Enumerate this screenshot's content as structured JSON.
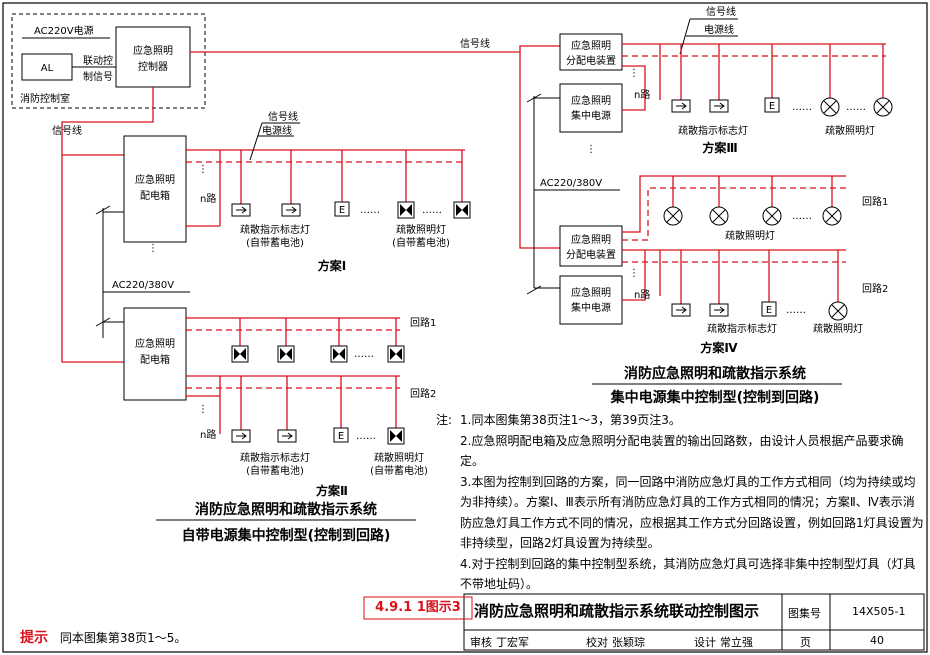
{
  "control_room": {
    "power_label": "AC220V电源",
    "al_label": "AL",
    "linkage_label_1": "联动控",
    "linkage_label_2": "制信号",
    "room_label": "消防控制室",
    "controller_line1": "应急照明",
    "controller_line2": "控制器"
  },
  "common": {
    "signal_line": "信号线",
    "power_line": "电源线",
    "n_loops": "n路",
    "ac_voltage": "AC220/380V",
    "dots": "……"
  },
  "scheme1": {
    "box_line1": "应急照明",
    "box_line2": "配电箱",
    "sign_label": "疏散指示标志灯",
    "sign_sub": "(自带蓄电池)",
    "light_label": "疏散照明灯",
    "light_sub": "(自带蓄电池)",
    "title": "方案Ⅰ"
  },
  "scheme2": {
    "box_line1": "应急照明",
    "box_line2": "配电箱",
    "loop1": "回路1",
    "loop2": "回路2",
    "sign_label": "疏散指示标志灯",
    "sign_sub": "(自带蓄电池)",
    "light_label": "疏散照明灯",
    "light_sub": "(自带蓄电池)",
    "title": "方案Ⅱ"
  },
  "scheme3": {
    "dist_line1": "应急照明",
    "dist_line2": "分配电装置",
    "power_line1": "应急照明",
    "power_line2": "集中电源",
    "sign_label": "疏散指示标志灯",
    "light_label": "疏散照明灯",
    "title": "方案Ⅲ"
  },
  "scheme4": {
    "dist_line1": "应急照明",
    "dist_line2": "分配电装置",
    "power_line1": "应急照明",
    "power_line2": "集中电源",
    "loop1": "回路1",
    "loop2": "回路2",
    "light_label": "疏散照明灯",
    "sign_label": "疏散指示标志灯",
    "title": "方案Ⅳ"
  },
  "left_caption": {
    "line1": "消防应急照明和疏散指示系统",
    "line2": "自带电源集中控制型(控制到回路)"
  },
  "right_caption": {
    "line1": "消防应急照明和疏散指示系统",
    "line2": "集中电源集中控制型(控制到回路)"
  },
  "notes": {
    "label": "注:",
    "items": [
      "1.同本图集第38页注1～3，第39页注3。",
      "2.应急照明配电箱及应急照明分配电装置的输出回路数，由设计人员根据产品要求确定。",
      "3.本图为控制到回路的方案，同一回路中消防应急灯具的工作方式相同（均为持续或均为非持续）。方案Ⅰ、Ⅲ表示所有消防应急灯具的工作方式相同的情况；方案Ⅱ、Ⅳ表示消防应急灯具工作方式不同的情况，应根据其工作方式分回路设置，例如回路1灯具设置为非持续型，回路2灯具设置为持续型。",
      "4.对于控制到回路的集中控制型系统，其消防应急灯具可选择非集中控制型灯具（灯具不带地址码）。"
    ]
  },
  "tag": "4.9.1 1图示3",
  "hint": {
    "keyword": "提示",
    "text": "同本图集第38页1～5。"
  },
  "title_block": {
    "title": "消防应急照明和疏散指示系统联动控制图示",
    "atlas_label": "图集号",
    "atlas_no": "14X505-1",
    "review_label": "审核",
    "reviewer": "丁宏军",
    "check_label": "校对",
    "checker": "张颖琮",
    "design_label": "设计",
    "designer": "常立强",
    "page_label": "页",
    "page_no": "40"
  },
  "colors": {
    "wire": "#d8121b",
    "line": "#000000",
    "tag": "#d8121b"
  }
}
